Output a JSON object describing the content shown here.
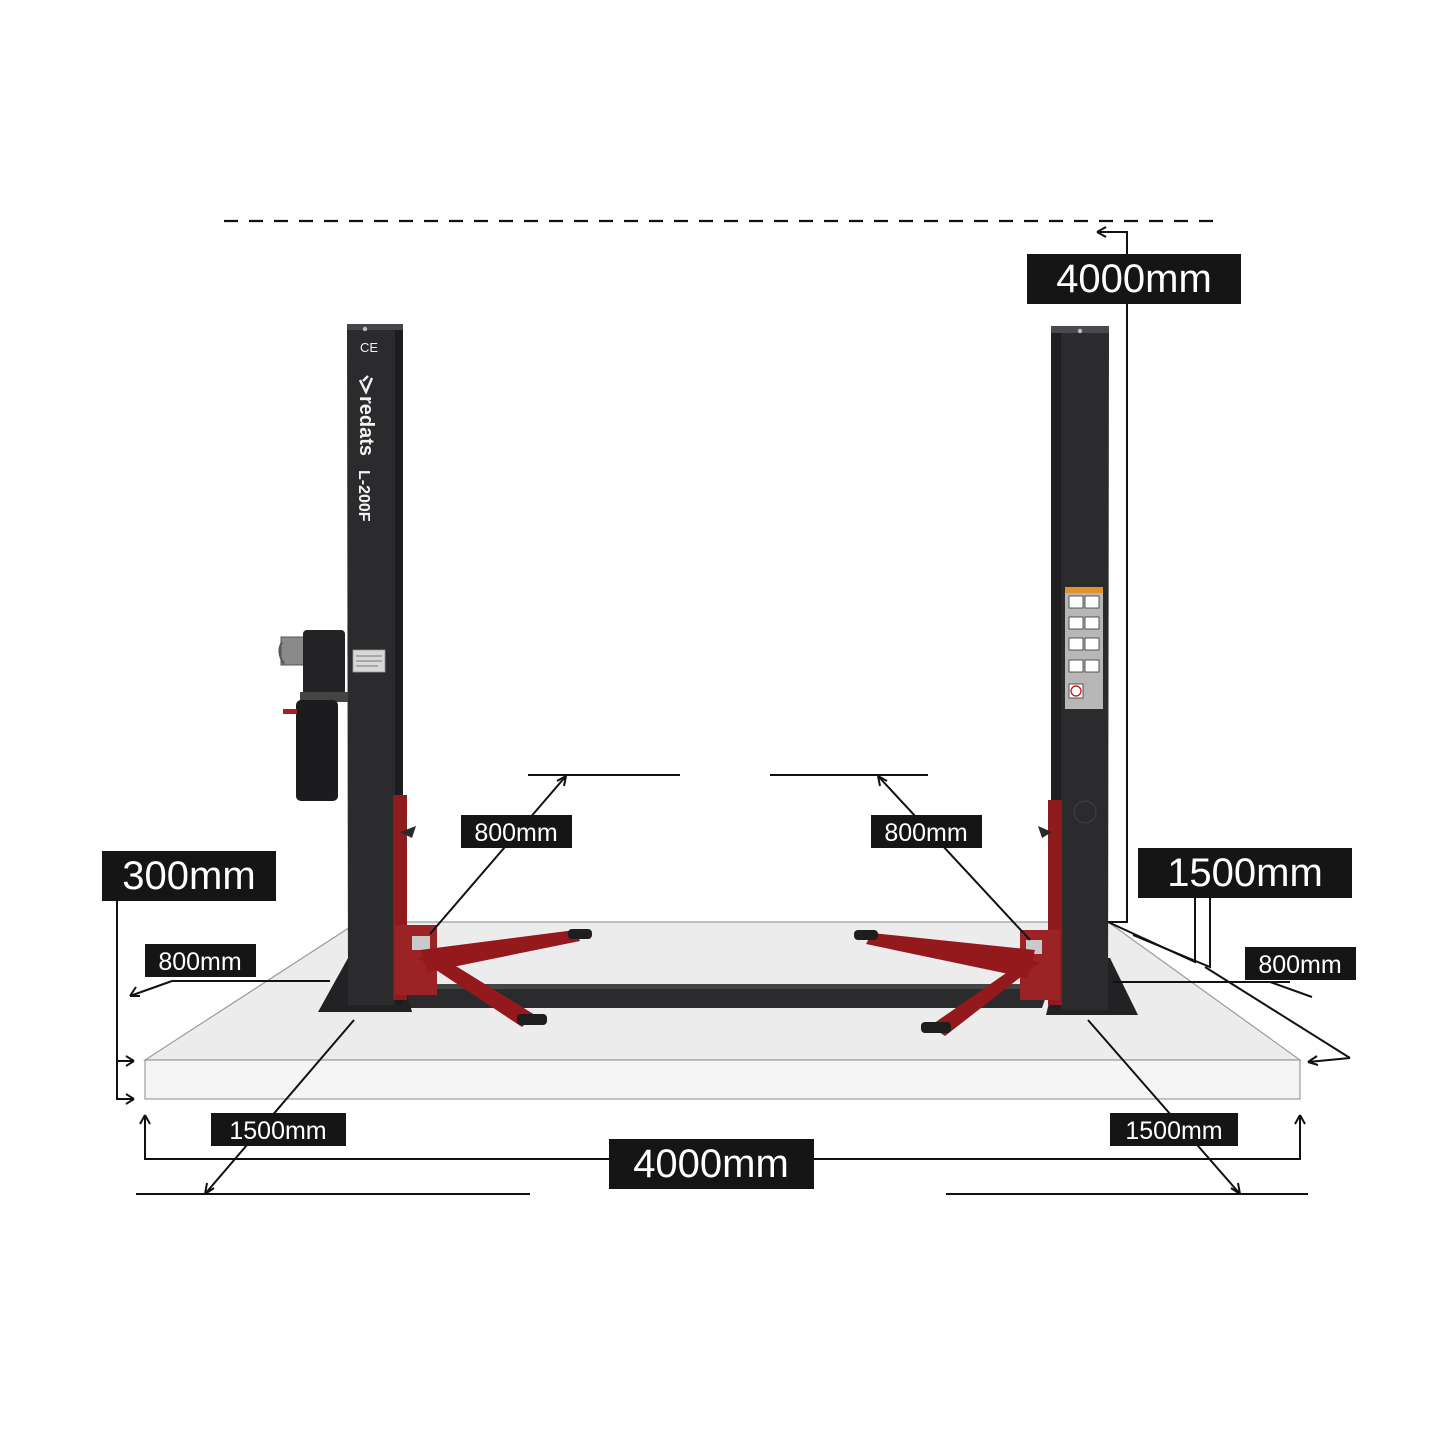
{
  "product": {
    "brand": "redats",
    "model": "L-200F",
    "ce_mark": "CE"
  },
  "dimensions": {
    "height": "4000mm",
    "width": "4000mm",
    "floor_height": "300mm",
    "right_side": "1500mm",
    "arm_left": "800mm",
    "arm_right": "800mm",
    "side_left": "800mm",
    "side_right": "800mm",
    "front_left": "1500mm",
    "front_right": "1500mm"
  },
  "colors": {
    "post": "#2b2b2d",
    "arm": "#8e1c1f",
    "label_bg": "#151515",
    "label_text": "#ffffff",
    "slab_top": "#ececec",
    "slab_front": "#f4f4f4"
  },
  "icons": {
    "hydraulic_unit": "hydraulic-power-unit",
    "warning_decal": "safety-warning-decal"
  }
}
